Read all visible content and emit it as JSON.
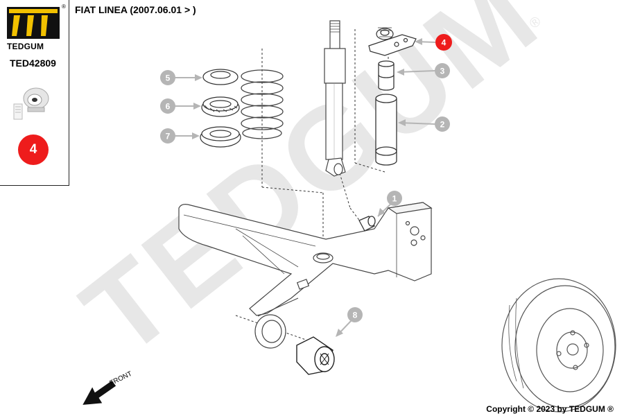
{
  "header": {
    "title": "FIAT LINEA (2007.06.01 > )"
  },
  "brand": {
    "name": "TEDGUM",
    "registered_mark": "®",
    "logo_icon": "tedgum-logo-icon",
    "watermark_text": "TEDGUM"
  },
  "sidebar": {
    "part_code": "TED42809",
    "thumbnail_icon": "bushing-thumbnail-icon",
    "selected_position": "4",
    "accent_color": "#ee1c1c"
  },
  "diagram": {
    "callouts": [
      {
        "id": "1",
        "highlighted": false
      },
      {
        "id": "2",
        "highlighted": false
      },
      {
        "id": "3",
        "highlighted": false
      },
      {
        "id": "4",
        "highlighted": true
      },
      {
        "id": "5",
        "highlighted": false
      },
      {
        "id": "6",
        "highlighted": false
      },
      {
        "id": "7",
        "highlighted": false
      },
      {
        "id": "8",
        "highlighted": false
      }
    ],
    "front_label": "FRONT",
    "callout_gray": "#b5b5b5"
  },
  "footer": {
    "copyright": "Copyright © 2023 by TEDGUM ®"
  }
}
